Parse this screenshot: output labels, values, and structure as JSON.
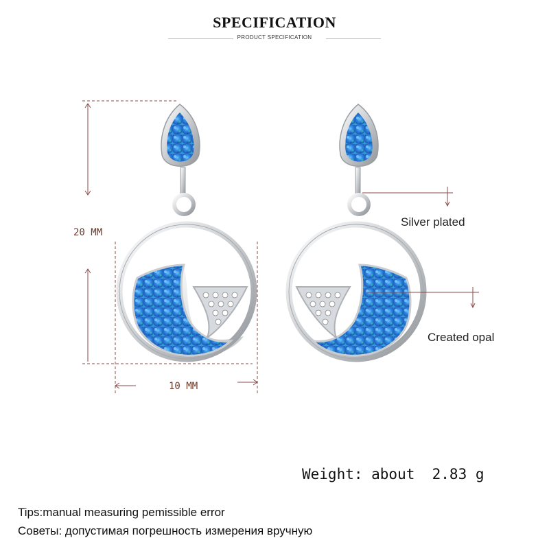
{
  "header": {
    "title": "SPECIFICATION",
    "subtitle": "PRODUCT SPECIFICATION"
  },
  "dimensions": {
    "height_label": "20 MM",
    "width_label": "10 MM"
  },
  "callouts": {
    "material": "Silver plated",
    "stone": "Created opal"
  },
  "weight": {
    "text": "Weight: about  2.83 g"
  },
  "tips": {
    "english": "Tips:manual measuring pemissible error",
    "russian": "Советы: допустимая погрешность измерения вручную"
  },
  "colors": {
    "dimension_lines": "#8b4a4a",
    "opal_blue": "#2f7fd0",
    "silver": "#d9dbde"
  }
}
